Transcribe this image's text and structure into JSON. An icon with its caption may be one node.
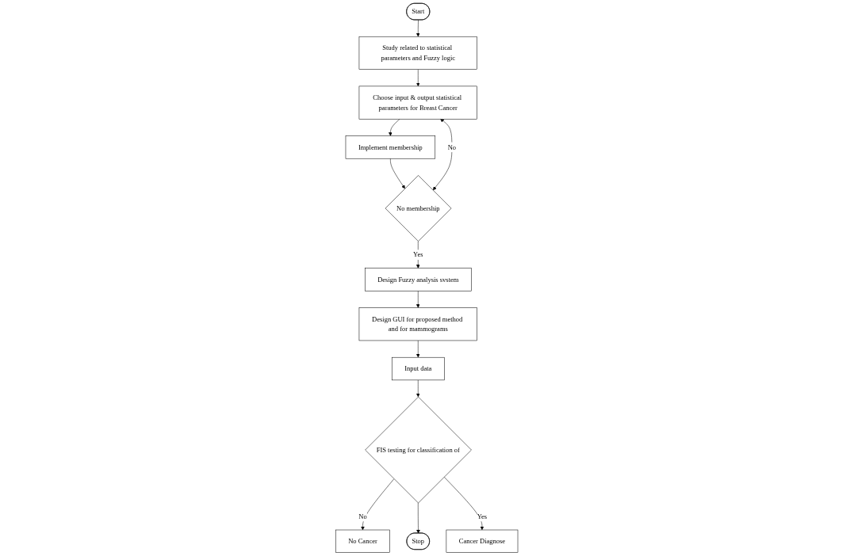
{
  "diagram": {
    "nodes": [
      {
        "text": [
          "Start"
        ]
      },
      {
        "text": [
          "Study related to statistical parameters and Fuzzy logic"
        ]
      },
      {
        "text": [
          "Choose input & output statistical parameters for Breast Cancer"
        ]
      },
      {
        "text": [
          "Implement membership"
        ]
      },
      {
        "text": [
          "No membership"
        ]
      },
      {
        "text": [
          "Design Fuzzy analysis svstem"
        ]
      },
      {
        "text": [
          "Design GUI for proposed method and for mammograms"
        ]
      },
      {
        "text": [
          "Input data"
        ]
      },
      {
        "text": [
          "FIS testing for classification of"
        ]
      },
      {
        "text": [
          "No Cancer"
        ]
      },
      {
        "text": [
          "Stop"
        ]
      },
      {
        "text": [
          "Cancer Diagnose"
        ]
      }
    ],
    "edges": [
      {
        "from": 0,
        "to": 1,
        "arrow": "to"
      },
      {
        "from": 1,
        "to": 2,
        "arrow": "to"
      },
      {
        "from": 2,
        "to": 3,
        "arrow": "to"
      },
      {
        "from": 3,
        "to": 4,
        "arrow": "to"
      },
      {
        "from": 4,
        "to": 2,
        "arrow": "both",
        "label": "No"
      },
      {
        "from": 4,
        "to": 5,
        "arrow": "to",
        "label": "Yes"
      },
      {
        "from": 5,
        "to": 6,
        "arrow": "to"
      },
      {
        "from": 6,
        "to": 7,
        "arrow": "to"
      },
      {
        "from": 7,
        "to": 8,
        "arrow": "to"
      },
      {
        "from": 8,
        "to": 9,
        "arrow": "to",
        "label": "No"
      },
      {
        "from": 8,
        "to": 10,
        "arrow": "to"
      },
      {
        "from": 8,
        "to": 11,
        "arrow": "to",
        "label": "Yes"
      }
    ]
  }
}
